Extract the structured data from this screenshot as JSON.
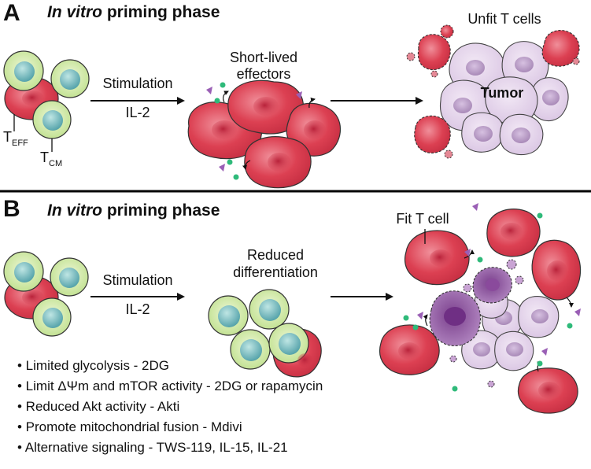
{
  "panel_a": {
    "letter": "A",
    "title_italic": "In vitro",
    "title_rest": " priming phase",
    "stimulation": "Stimulation",
    "il2": "IL-2",
    "short_lived": "Short-lived",
    "effectors": "effectors",
    "unfit_label": "Unfit T cells",
    "tumor_label": "Tumor",
    "teff_T": "T",
    "teff_sub": "EFF",
    "tcm_T": "T",
    "tcm_sub": "CM"
  },
  "panel_b": {
    "letter": "B",
    "title_italic": "In vitro",
    "title_rest": " priming phase",
    "stimulation": "Stimulation",
    "il2": "IL-2",
    "reduced": "Reduced",
    "differentiation": "differentiation",
    "fit_label": "Fit T cell",
    "bullets": [
      "• Limited glycolysis - 2DG",
      "• Limit ΔΨm and mTOR activity - 2DG or rapamycin",
      "• Reduced Akt activity - Akti",
      "• Promote mitochondrial fusion - Mdivi",
      "• Alternative signaling - TWS-119, IL-15, IL-21"
    ]
  },
  "colors": {
    "effector_red": "#d9384c",
    "memory_green": "#c9e79a",
    "memory_teal": "#66b7b9",
    "tumor_lilac": "#e4d2ec",
    "tumor_nucleus": "#b593c2",
    "secretion_green": "#2fba7a",
    "secretion_purple": "#9a5fb5"
  }
}
